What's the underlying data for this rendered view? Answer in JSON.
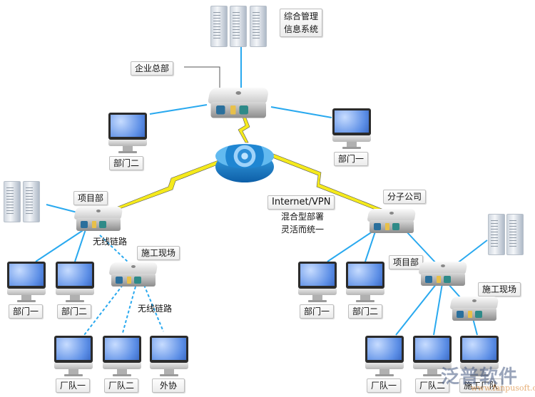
{
  "diagram": {
    "title": "",
    "colors": {
      "lan_link": "#29a9ef",
      "wan_link": "#f5ea1c",
      "label_border": "#bdbdbd"
    },
    "headquarters": {
      "label": "企业总部",
      "server_label": [
        "综合管理",
        "信息系统"
      ],
      "departments": [
        "部门二",
        "部门一"
      ]
    },
    "internet": {
      "label": "Internet/VPN",
      "caption": [
        "混合型部署",
        "灵活而统一"
      ]
    },
    "left_branch": {
      "project_label": "项目部",
      "wireless_label_1": "无线链路",
      "site_label": "施工现场",
      "wireless_label_2": "无线链路",
      "departments": [
        "部门一",
        "部门二"
      ],
      "teams": [
        "厂队一",
        "厂队二",
        "外协"
      ]
    },
    "right_branch": {
      "branch_label": "分子公司",
      "project_label": "项目部",
      "site_label": "施工现场",
      "departments": [
        "部门一",
        "部门二"
      ],
      "teams": [
        "厂队一",
        "厂队二",
        "施工厂队"
      ]
    },
    "watermark": {
      "brand": "泛普软件",
      "url": "www.fanpusoft.com"
    }
  }
}
